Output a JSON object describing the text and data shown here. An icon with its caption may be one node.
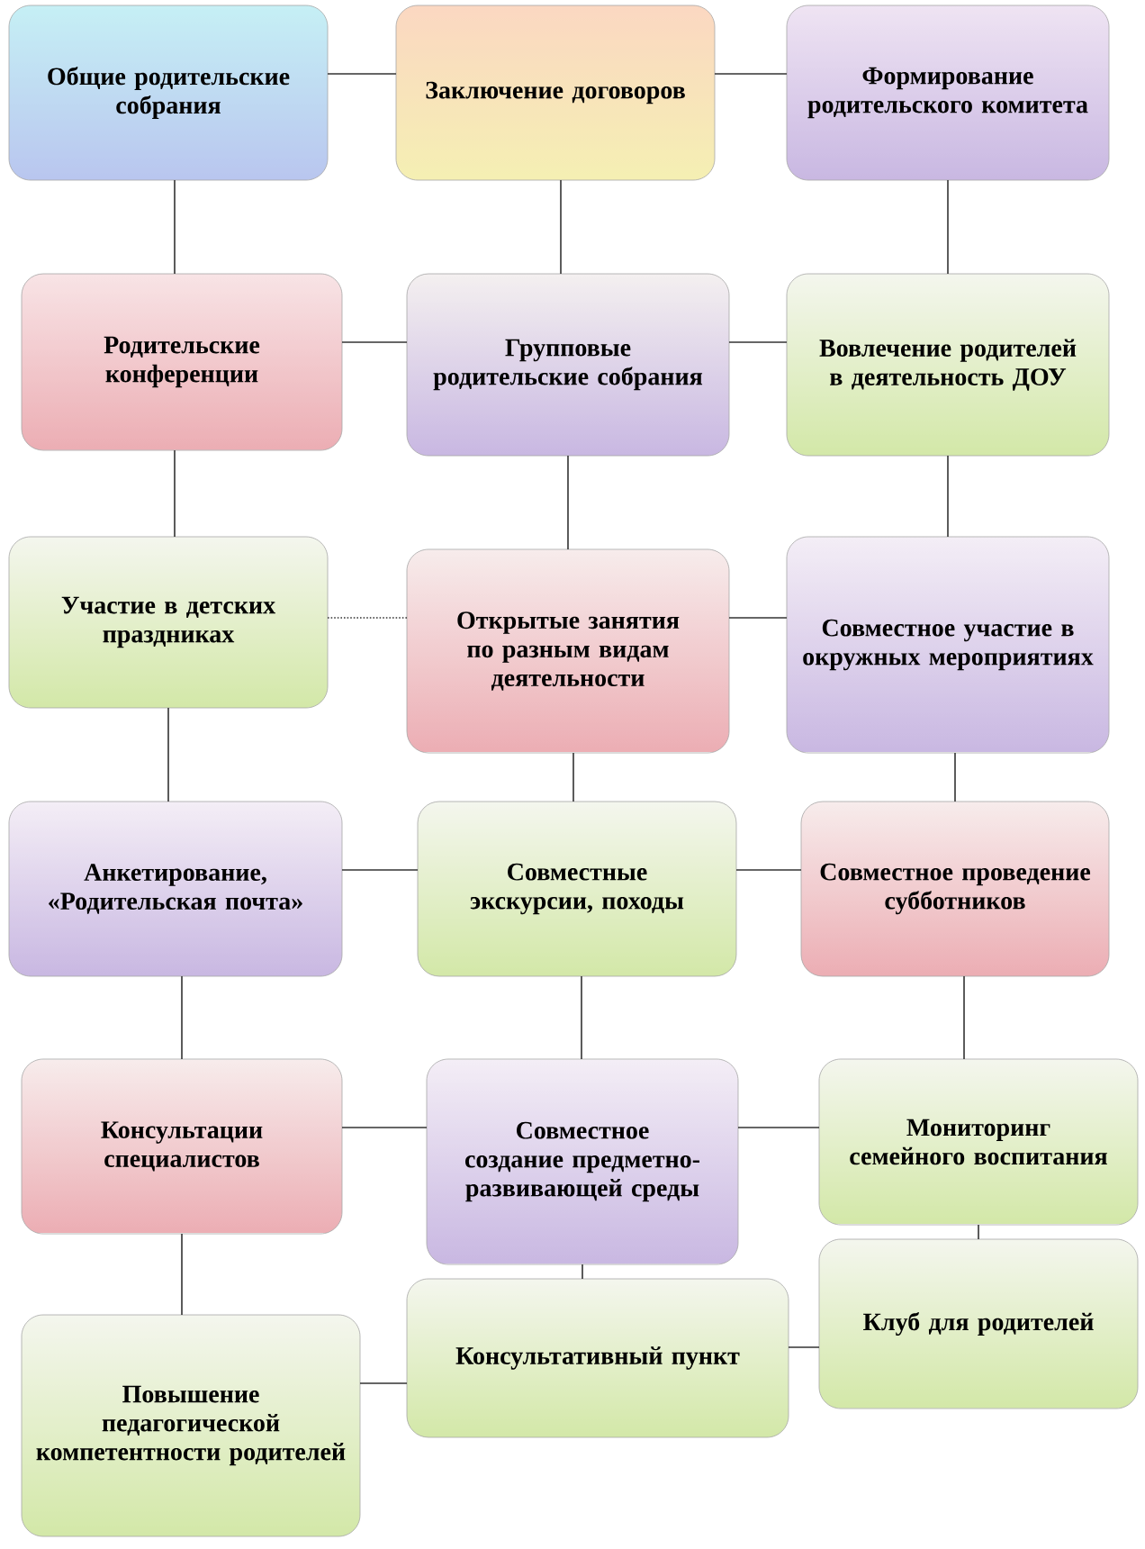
{
  "diagram": {
    "nodes": [
      {
        "text": [
          "Общие родительские собрания"
        ]
      },
      {
        "text": [
          "Заключение договоров"
        ]
      },
      {
        "text": [
          "Формирование родительского комитета"
        ]
      },
      {
        "text": [
          "Родительские конференции"
        ]
      },
      {
        "text": [
          "Групповые родительские собрания"
        ]
      },
      {
        "text": [
          "Вовлечение родителей в деятельность ДОУ"
        ]
      },
      {
        "text": [
          "Участие в детских праздниках"
        ]
      },
      {
        "text": [
          "Открытые занятия по разным видам деятельности"
        ]
      },
      {
        "text": [
          "Совместное участие в окружных мероприятиях"
        ]
      },
      {
        "text": [
          "Анкетирование, «Родительская почта»"
        ]
      },
      {
        "text": [
          "Совместные экскурсии, походы"
        ]
      },
      {
        "text": [
          "Совместное проведение субботников"
        ]
      },
      {
        "text": [
          "Консультации специалистов"
        ]
      },
      {
        "text": [
          "Совместное создание предметно-развивающей среды"
        ]
      },
      {
        "text": [
          "Мониторинг семейного воспитания"
        ]
      },
      {
        "text": [
          "Повышение педагогической компетентности родителей"
        ]
      },
      {
        "text": [
          "Консультативный пункт"
        ]
      },
      {
        "text": [
          "Клуб для родителей"
        ]
      }
    ],
    "edges": [
      {
        "from": 0,
        "to": 1,
        "arrow": "none"
      },
      {
        "from": 1,
        "to": 2,
        "arrow": "none"
      },
      {
        "from": 0,
        "to": 3,
        "arrow": "none"
      },
      {
        "from": 1,
        "to": 4,
        "arrow": "none"
      },
      {
        "from": 2,
        "to": 5,
        "arrow": "none"
      },
      {
        "from": 3,
        "to": 4,
        "arrow": "none"
      },
      {
        "from": 4,
        "to": 5,
        "arrow": "none"
      },
      {
        "from": 3,
        "to": 6,
        "arrow": "none"
      },
      {
        "from": 4,
        "to": 7,
        "arrow": "none"
      },
      {
        "from": 5,
        "to": 8,
        "arrow": "none"
      },
      {
        "from": 6,
        "to": 7,
        "arrow": "none",
        "style": "dashed"
      },
      {
        "from": 7,
        "to": 8,
        "arrow": "none"
      },
      {
        "from": 6,
        "to": 9,
        "arrow": "none"
      },
      {
        "from": 7,
        "to": 10,
        "arrow": "none"
      },
      {
        "from": 8,
        "to": 11,
        "arrow": "none"
      },
      {
        "from": 9,
        "to": 10,
        "arrow": "none"
      },
      {
        "from": 10,
        "to": 11,
        "arrow": "none"
      },
      {
        "from": 9,
        "to": 12,
        "arrow": "none"
      },
      {
        "from": 10,
        "to": 13,
        "arrow": "none"
      },
      {
        "from": 11,
        "to": 14,
        "arrow": "none"
      },
      {
        "from": 12,
        "to": 13,
        "arrow": "none"
      },
      {
        "from": 13,
        "to": 14,
        "arrow": "none"
      },
      {
        "from": 12,
        "to": 15,
        "arrow": "none"
      },
      {
        "from": 13,
        "to": 16,
        "arrow": "none"
      },
      {
        "from": 14,
        "to": 17,
        "arrow": "none"
      },
      {
        "from": 15,
        "to": 16,
        "arrow": "none"
      },
      {
        "from": 16,
        "to": 17,
        "arrow": "none"
      }
    ]
  }
}
